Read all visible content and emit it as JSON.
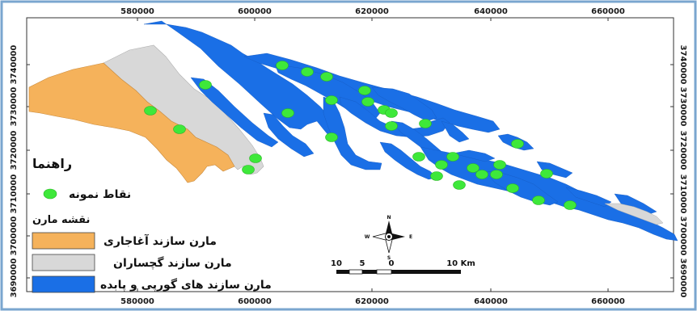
{
  "axes": {
    "x_ticks": [
      "580000",
      "600000",
      "620000",
      "640000",
      "660000"
    ],
    "y_ticks": [
      "3740000",
      "3730000",
      "3720000",
      "3710000",
      "3700000",
      "3690000"
    ]
  },
  "legend": {
    "title": "راهنما",
    "points_label": "نقاط نمونه",
    "marl_map_title": "نقشه مارن",
    "items": [
      {
        "label": "مارن سازند آغاجاری",
        "color": "#f5b25b"
      },
      {
        "label": "مارن سازند گچساران",
        "color": "#d8d8d8"
      },
      {
        "label": "مارن سازند های گورپی و پابده",
        "color": "#1a6fe6"
      }
    ],
    "point_color": "#3ee83a"
  },
  "north_arrow": {
    "n": "N",
    "s": "S",
    "e": "E",
    "w": "W"
  },
  "scale_bar": {
    "labels": [
      "10",
      "5",
      "0",
      "10 Km"
    ]
  },
  "colors": {
    "frame": "#7aa6cf",
    "water_boundary": "#9a9a9a"
  }
}
